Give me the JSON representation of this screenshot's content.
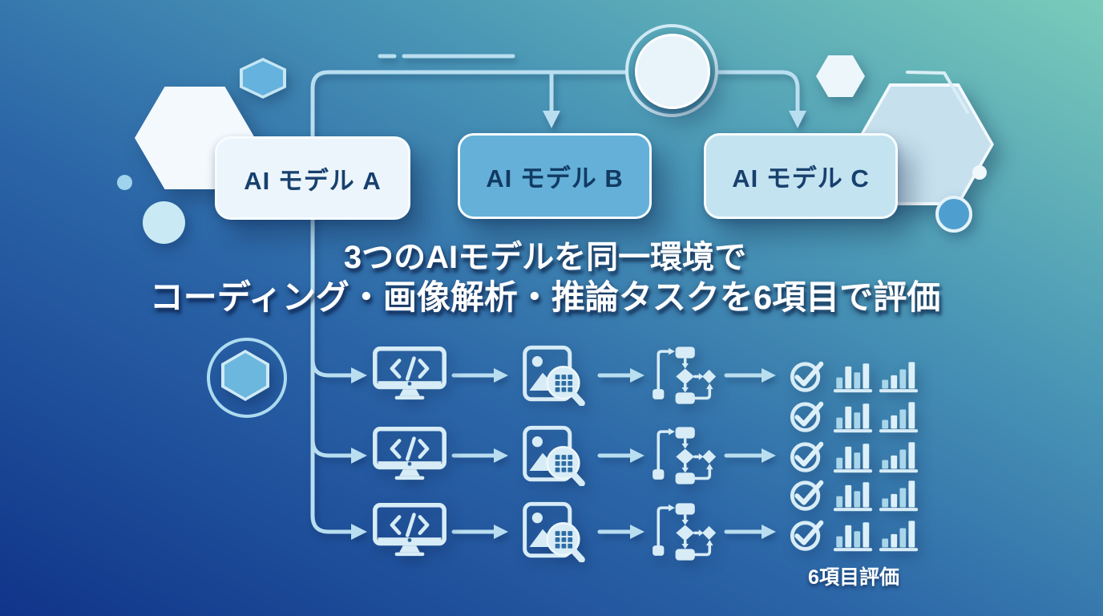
{
  "diagram": {
    "models": [
      {
        "id": "A",
        "label": "AI モデル A"
      },
      {
        "id": "B",
        "label": "AI モデル B"
      },
      {
        "id": "C",
        "label": "AI モデル C"
      }
    ],
    "title": {
      "line1": "3つのAIモデルを同一環境で",
      "line2": "コーディング・画像解析・推論タスクを6項目で評価"
    },
    "footer_label": "6項目評価",
    "tasks": [
      {
        "name": "coding",
        "icon": "code-monitor-icon"
      },
      {
        "name": "image-analysis",
        "icon": "image-magnifier-icon"
      },
      {
        "name": "reasoning",
        "icon": "flowchart-icon"
      }
    ],
    "task_rows": 3,
    "evaluation_rows": 5
  },
  "evaluation": {
    "check_icon": "check-circle-icon",
    "bar_chart_a_heights": [
      15,
      30,
      22,
      34
    ],
    "bar_chart_b_heights": [
      12,
      18,
      26,
      36
    ]
  },
  "colors": {
    "bg_bottom_left": "#10348a",
    "bg_top_left": "#2c67a8",
    "bg_bottom_right": "#4a97b6",
    "bg_top_right": "#79ccba",
    "line": "#b8def0",
    "icon_bright": "#ddf0f9",
    "icon_main": "#d7ecf6",
    "bar_alt": "#a9d6ea",
    "box_a_fill": "#ecf5fb",
    "box_b_fill": "#64b0d8",
    "box_c_fill": "#c4e3f0",
    "box_text": "#17406e",
    "title_text": "#ffffff"
  }
}
